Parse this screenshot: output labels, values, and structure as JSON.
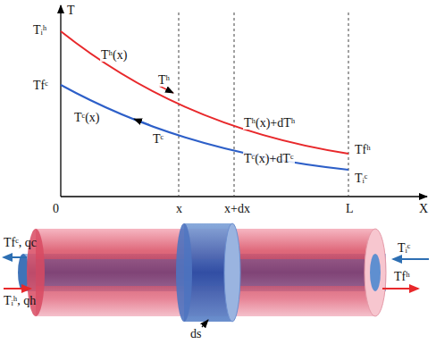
{
  "diagram": {
    "labels": [
      "T",
      "X",
      "0",
      "x",
      "x+dx",
      "L",
      "Tᵢʰ",
      "Tfᶜ",
      "Tʰ(x)",
      "Tʰ",
      "Tʰ(x)+dTʰ",
      "Tfʰ",
      "Tᶜ(x)",
      "Tᶜ",
      "Tᶜ(x)+dTᶜ",
      "Tᵢᶜ",
      "Tfᶜ, qc",
      "Tᵢʰ, qh",
      "Tᵢᶜ",
      "Tfʰ",
      "ds"
    ]
  }
}
